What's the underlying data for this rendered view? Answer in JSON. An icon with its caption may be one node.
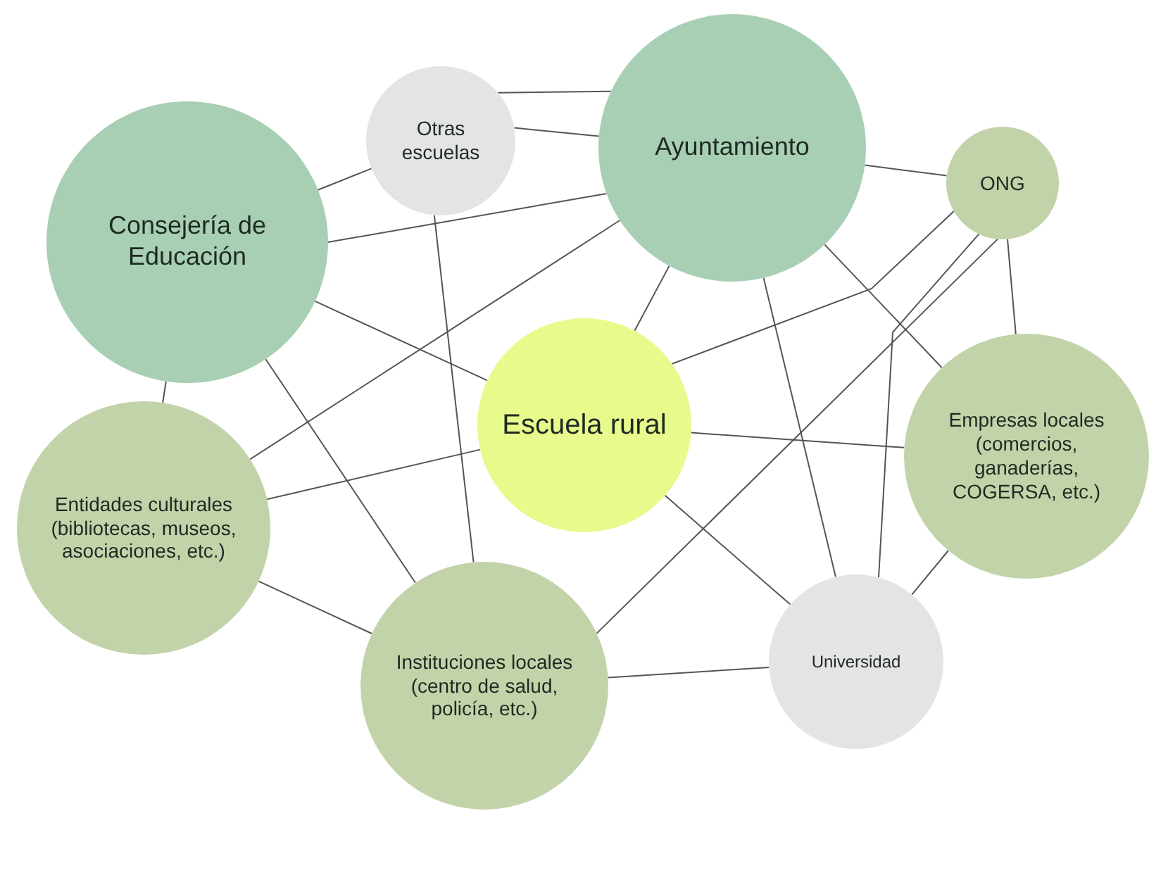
{
  "diagram": {
    "nodes": [
      {
        "text": [
          "Otras escuelas"
        ]
      },
      {
        "text": [
          "Ayuntamiento"
        ]
      },
      {
        "text": [
          "ONG"
        ]
      },
      {
        "text": [
          "Consejería de Educación"
        ]
      },
      {
        "text": [
          "Escuela rural"
        ]
      },
      {
        "text": [
          "Empresas locales (comercios, ganaderías, COGERSA, etc.)"
        ]
      },
      {
        "text": [
          "Entidades culturales (bibliotecas, museos, asociaciones, etc.)"
        ]
      },
      {
        "text": [
          "Instituciones locales (centro de salud, policía, etc.)"
        ]
      },
      {
        "text": [
          "Universidad"
        ]
      }
    ],
    "edges": [
      {
        "from": 0,
        "to": 3,
        "arrow": "none"
      },
      {
        "from": 0,
        "to": 1,
        "arrow": "none"
      },
      {
        "from": 0,
        "to": 1,
        "arrow": "none"
      },
      {
        "from": 3,
        "to": 1,
        "arrow": "none"
      },
      {
        "from": 1,
        "to": 2,
        "arrow": "none"
      },
      {
        "from": 3,
        "to": 4,
        "arrow": "none"
      },
      {
        "from": 3,
        "to": 6,
        "arrow": "none"
      },
      {
        "from": 3,
        "to": 7,
        "arrow": "none"
      },
      {
        "from": 0,
        "to": 7,
        "arrow": "none"
      },
      {
        "from": 1,
        "to": 6,
        "arrow": "none"
      },
      {
        "from": 6,
        "to": 4,
        "arrow": "none"
      },
      {
        "from": 6,
        "to": 7,
        "arrow": "none"
      },
      {
        "from": 1,
        "to": 4,
        "arrow": "none"
      },
      {
        "from": 2,
        "to": 4,
        "arrow": "none"
      },
      {
        "from": 2,
        "to": 7,
        "arrow": "none"
      },
      {
        "from": 2,
        "to": 8,
        "arrow": "none"
      },
      {
        "from": 2,
        "to": 5,
        "arrow": "none"
      },
      {
        "from": 1,
        "to": 5,
        "arrow": "none"
      },
      {
        "from": 1,
        "to": 8,
        "arrow": "none"
      },
      {
        "from": 4,
        "to": 5,
        "arrow": "none"
      },
      {
        "from": 4,
        "to": 8,
        "arrow": "none"
      },
      {
        "from": 7,
        "to": 8,
        "arrow": "none"
      },
      {
        "from": 5,
        "to": 8,
        "arrow": "none"
      }
    ]
  }
}
